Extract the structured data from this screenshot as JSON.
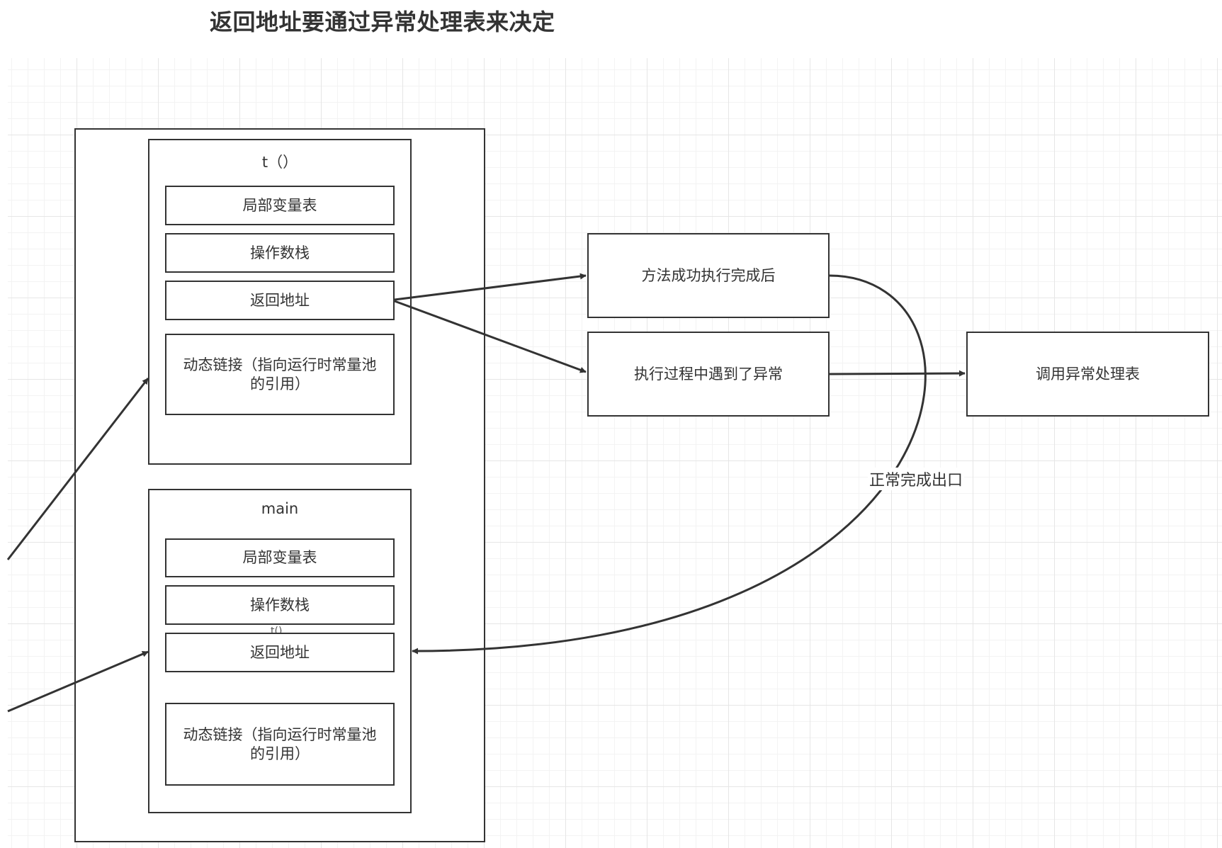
{
  "title": "返回地址要通过异常处理表来决定",
  "diagram": {
    "frames": [
      {
        "name": "t（）",
        "slots": [
          "局部变量表",
          "操作数栈",
          "返回地址",
          "动态链接（指向运行时常量池的引用）"
        ]
      },
      {
        "name": "main",
        "slots": [
          "局部变量表",
          "操作数栈",
          "返回地址",
          "动态链接（指向运行时常量池的引用）"
        ],
        "stray_label": "t()"
      }
    ],
    "nodes": {
      "success": "方法成功执行完成后",
      "exception": "执行过程中遇到了异常",
      "handler": "调用异常处理表"
    },
    "edges": [
      {
        "from": "t（） 返回地址",
        "to": "方法成功执行完成后"
      },
      {
        "from": "t（） 返回地址",
        "to": "执行过程中遇到了异常"
      },
      {
        "from": "执行过程中遇到了异常",
        "to": "调用异常处理表"
      },
      {
        "from": "方法成功执行完成后",
        "to": "main 返回地址",
        "label": "正常完成出口"
      }
    ],
    "colors": {
      "stroke": "#333333",
      "grid": "#e6e6e6",
      "text": "#333333"
    }
  }
}
